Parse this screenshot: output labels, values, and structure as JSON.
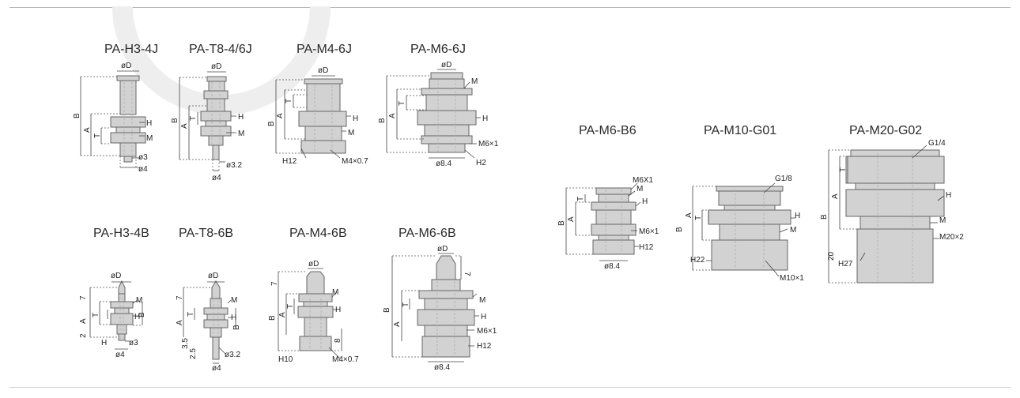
{
  "watermark": "logo-arc",
  "colors": {
    "part_fill": "#d2d2d2",
    "part_stroke": "#666666",
    "dim": "#444444",
    "thread": "#aaaaaa"
  },
  "titles": {
    "h3_4j": "PA-H3-4J",
    "t8_46j": "PA-T8-4/6J",
    "m4_6j": "PA-M4-6J",
    "m6_6j": "PA-M6-6J",
    "h3_4b": "PA-H3-4B",
    "t8_6b": "PA-T8-6B",
    "m4_6b": "PA-M4-6B",
    "m6_6b": "PA-M6-6B",
    "m6_b6": "PA-M6-B6",
    "m10_g01": "PA-M10-G01",
    "m20_g02": "PA-M20-G02"
  },
  "labels": {
    "phiD": "øD",
    "B": "B",
    "A": "A",
    "T": "T",
    "H": "H",
    "M": "M",
    "seven": "7",
    "phi3": "ø3",
    "phi4": "ø4",
    "phi32": "ø3.2",
    "phi84": "ø8.4",
    "H12": "H12",
    "M4x07": "M4×0.7",
    "M6x1": "M6×1",
    "H2": "H2",
    "two": "2",
    "three5": "3.5",
    "two5": "2.5",
    "H10": "H10",
    "eight": "8",
    "M6X1": "M6X1",
    "G18": "G1/8",
    "H22": "H22",
    "M10x1": "M10×1",
    "G14": "G1/4",
    "M20x2": "M20×2",
    "twenty": "20",
    "H27": "H27"
  }
}
